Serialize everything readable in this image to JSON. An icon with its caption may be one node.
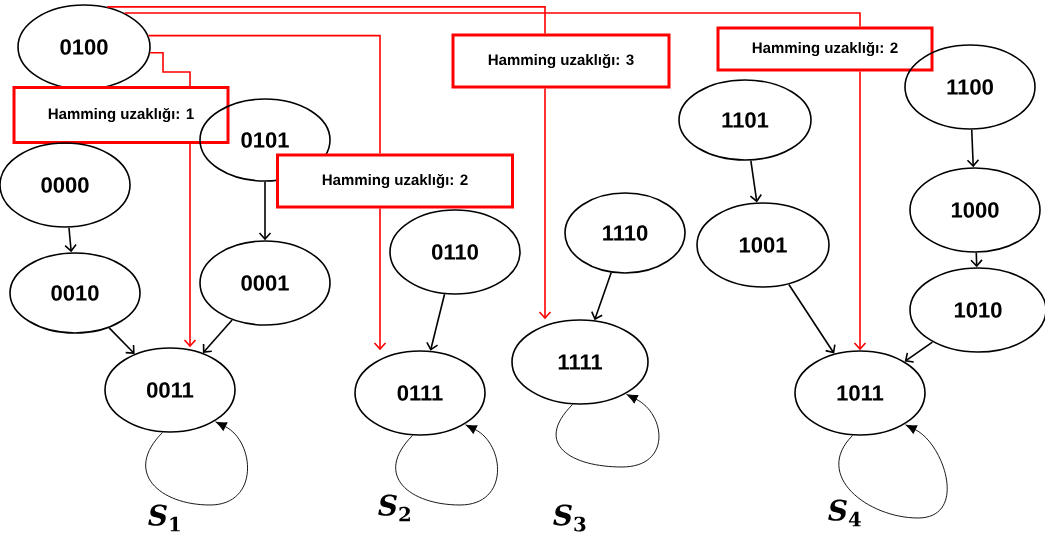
{
  "diagram": {
    "nodes": [
      {
        "text": [
          "0100"
        ]
      },
      {
        "text": [
          "Hamming uzaklığı: 1"
        ]
      },
      {
        "text": [
          "0101"
        ]
      },
      {
        "text": [
          "0000"
        ]
      },
      {
        "text": [
          "Hamming uzaklığı: 2"
        ]
      },
      {
        "text": [
          "0010"
        ]
      },
      {
        "text": [
          "0001"
        ]
      },
      {
        "text": [
          "0011"
        ]
      },
      {
        "text": [
          "0110"
        ]
      },
      {
        "text": [
          "0111"
        ]
      },
      {
        "text": [
          "Hamming uzaklığı: 3"
        ]
      },
      {
        "text": [
          "1110"
        ]
      },
      {
        "text": [
          "1111"
        ]
      },
      {
        "text": [
          "Hamming uzaklığı: 2"
        ]
      },
      {
        "text": [
          "1101"
        ]
      },
      {
        "text": [
          "1001"
        ]
      },
      {
        "text": [
          "1011"
        ]
      },
      {
        "text": [
          "1100"
        ]
      },
      {
        "text": [
          "1000"
        ]
      },
      {
        "text": [
          "1010"
        ]
      }
    ],
    "edges": [
      {
        "from": 0,
        "to": 1,
        "arrow": "none",
        "color": "#ff0000"
      },
      {
        "from": 1,
        "to": 7,
        "arrow": "to",
        "color": "#ff0000"
      },
      {
        "from": 0,
        "to": 4,
        "arrow": "none",
        "color": "#ff0000"
      },
      {
        "from": 4,
        "to": 9,
        "arrow": "to",
        "color": "#ff0000"
      },
      {
        "from": 0,
        "to": 10,
        "arrow": "none",
        "color": "#ff0000"
      },
      {
        "from": 10,
        "to": 12,
        "arrow": "to",
        "color": "#ff0000"
      },
      {
        "from": 0,
        "to": 13,
        "arrow": "none",
        "color": "#ff0000"
      },
      {
        "from": 13,
        "to": 16,
        "arrow": "to",
        "color": "#ff0000"
      },
      {
        "from": 3,
        "to": 5,
        "arrow": "to"
      },
      {
        "from": 2,
        "to": 6,
        "arrow": "to"
      },
      {
        "from": 5,
        "to": 7,
        "arrow": "to"
      },
      {
        "from": 6,
        "to": 7,
        "arrow": "to"
      },
      {
        "from": 8,
        "to": 9,
        "arrow": "to"
      },
      {
        "from": 11,
        "to": 12,
        "arrow": "to"
      },
      {
        "from": 14,
        "to": 15,
        "arrow": "to"
      },
      {
        "from": 15,
        "to": 16,
        "arrow": "to"
      },
      {
        "from": 17,
        "to": 18,
        "arrow": "to"
      },
      {
        "from": 18,
        "to": 19,
        "arrow": "to"
      },
      {
        "from": 19,
        "to": 16,
        "arrow": "to"
      },
      {
        "from": 7,
        "to": 7,
        "arrow": "to"
      },
      {
        "from": 9,
        "to": 9,
        "arrow": "to"
      },
      {
        "from": 12,
        "to": 12,
        "arrow": "to"
      },
      {
        "from": 16,
        "to": 16,
        "arrow": "to"
      }
    ],
    "labels": [
      "*S*$_{1}$",
      "*S*$_{2}$",
      "*S*$_{3}$",
      "*S*$_{4}$"
    ]
  }
}
